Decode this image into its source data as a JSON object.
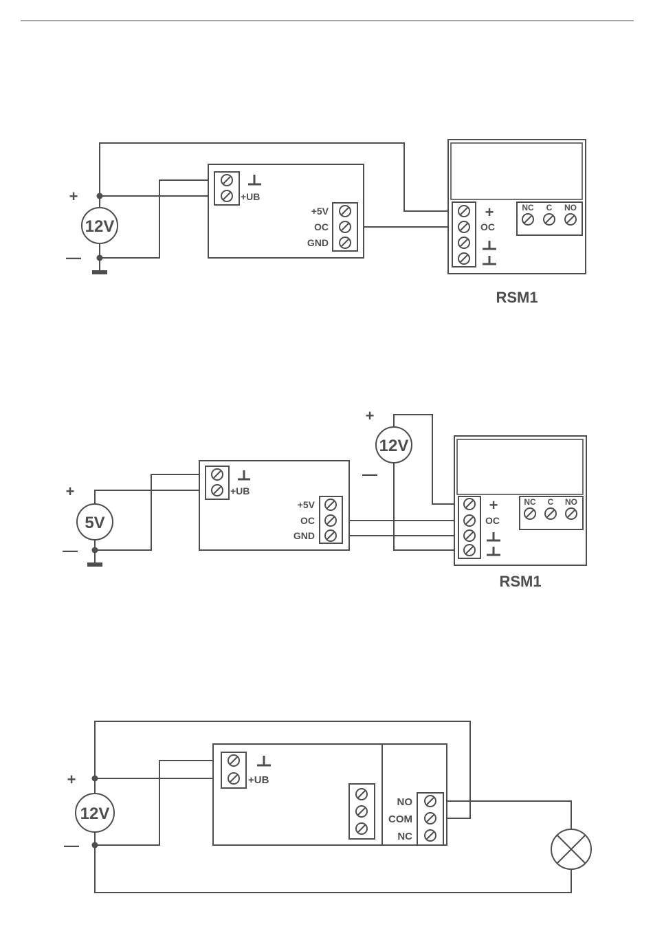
{
  "diagram1": {
    "source_label": "12V",
    "plus": "+",
    "minus": "—",
    "ub_label": "+UB",
    "out_labels": [
      "+5V",
      "OC",
      "GND"
    ],
    "relay_title": "RSM1",
    "relay_in_plus": "+",
    "relay_in_oc": "OC",
    "relay_contacts": [
      "NC",
      "C",
      "NO"
    ]
  },
  "diagram2": {
    "source_label": "5V",
    "relay_source_label": "12V",
    "plus": "+",
    "minus": "—",
    "ub_label": "+UB",
    "out_labels": [
      "+5V",
      "OC",
      "GND"
    ],
    "relay_title": "RSM1",
    "relay_in_plus": "+",
    "relay_in_oc": "OC",
    "relay_contacts": [
      "NC",
      "C",
      "NO"
    ]
  },
  "diagram3": {
    "source_label": "12V",
    "plus": "+",
    "minus": "—",
    "ub_label": "+UB",
    "relay_labels": [
      "NO",
      "COM",
      "NC"
    ]
  },
  "colors": {
    "line": "#4d4d4d",
    "background": "#ffffff"
  }
}
